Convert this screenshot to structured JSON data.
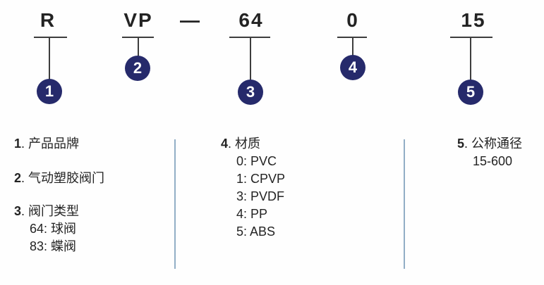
{
  "model_code": {
    "separator": "—",
    "segments": [
      {
        "text": "R",
        "marker": "1"
      },
      {
        "text": "VP",
        "marker": "2"
      },
      {
        "text": "64",
        "marker": "3"
      },
      {
        "text": "0",
        "marker": "4"
      },
      {
        "text": "15",
        "marker": "5"
      }
    ]
  },
  "legend": {
    "num_separator": ". ",
    "items": [
      {
        "num": "1",
        "label": "产品品牌",
        "options": []
      },
      {
        "num": "2",
        "label": "气动塑胶阀门",
        "options": []
      },
      {
        "num": "3",
        "label": "阀门类型",
        "options": [
          "64: 球阀",
          "83: 蝶阀"
        ]
      },
      {
        "num": "4",
        "label": "材质",
        "options": [
          "0: PVC",
          "1: CPVP",
          "3: PVDF",
          "4: PP",
          "5: ABS"
        ]
      },
      {
        "num": "5",
        "label": "公称通径",
        "options": [
          "15-600"
        ]
      }
    ]
  },
  "colors": {
    "marker_bg": "#262a6b",
    "marker_text": "#ffffff",
    "divider": "#92aec6",
    "line": "#3d3d3d",
    "text": "#232323",
    "background": "#fefefe"
  }
}
